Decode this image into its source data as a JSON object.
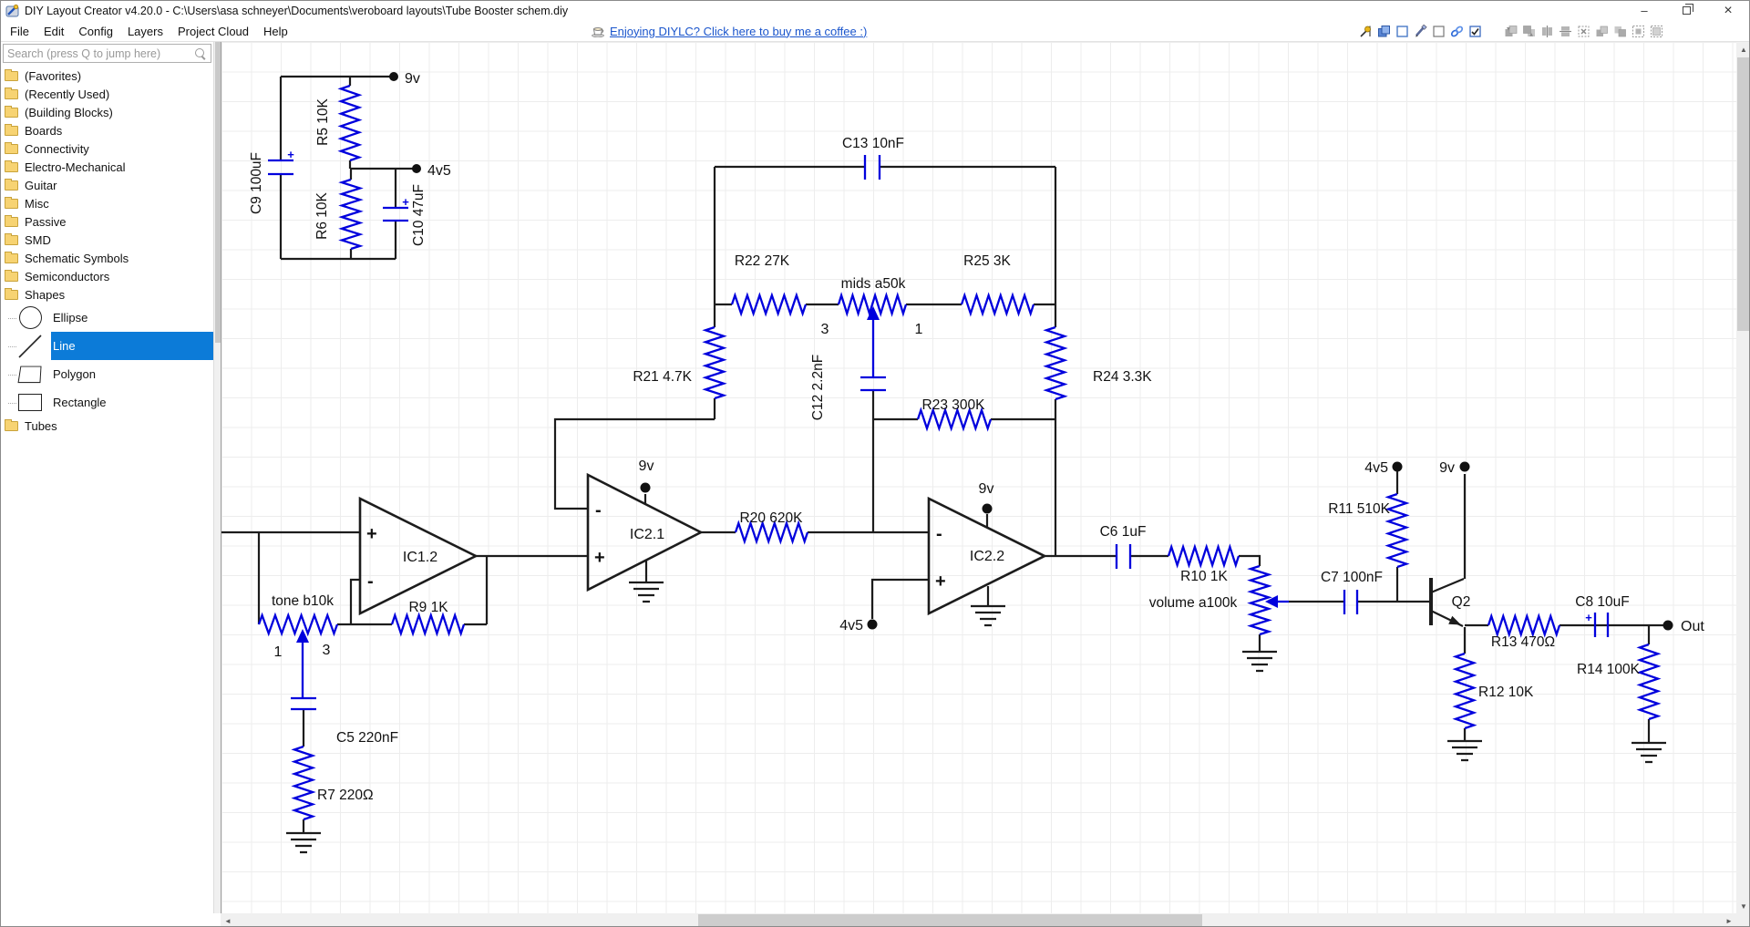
{
  "window": {
    "title": "DIY Layout Creator v4.20.0 - C:\\Users\\asa schneyer\\Documents\\veroboard layouts\\Tube Booster schem.diy",
    "controls": {
      "minimize": "–",
      "close": "×"
    }
  },
  "menu": {
    "items": [
      "File",
      "Edit",
      "Config",
      "Layers",
      "Project Cloud",
      "Help"
    ]
  },
  "donate": {
    "text": "Enjoying DIYLC? Click here to buy me a coffee :)"
  },
  "toolbar": {
    "icons": [
      "pin-icon",
      "copy-icon",
      "new-component-icon",
      "pen-icon",
      "blank-square-icon",
      "link-icon",
      "checkbox-icon",
      "send-backward-icon",
      "bring-forward-icon",
      "align-horizontal-icon",
      "align-vertical-icon",
      "delete-selection-icon",
      "group-icon",
      "ungroup-icon",
      "expand-selection-icon",
      "select-all-icon"
    ]
  },
  "sidebar": {
    "search_placeholder": "Search (press Q to jump here)",
    "folders": [
      "(Favorites)",
      "(Recently Used)",
      "(Building Blocks)",
      "Boards",
      "Connectivity",
      "Electro-Mechanical",
      "Guitar",
      "Misc",
      "Passive",
      "SMD",
      "Schematic Symbols",
      "Semiconductors",
      "Shapes"
    ],
    "shapes": [
      "Ellipse",
      "Line",
      "Polygon",
      "Rectangle"
    ],
    "selected_shape": "Line",
    "folders_after": [
      "Tubes"
    ]
  },
  "sch": {
    "c9": "C9 100uF",
    "r5": "R5 10K",
    "r6": "R6 10K",
    "c10": "C10 47uF",
    "v9_top": "9v",
    "v45_top": "4v5",
    "c13": "C13 10nF",
    "r22": "R22 27K",
    "mids": "mids a50k",
    "r25": "R25 3K",
    "mids_pin_left": "3",
    "mids_pin_right": "1",
    "r21": "R21 4.7K",
    "c12": "C12 2.2nF",
    "r23": "R23 300K",
    "r24": "R24 3.3K",
    "ic12": "IC1.2",
    "ic21": "IC2.1",
    "ic22": "IC2.2",
    "v9_ic21": "9v",
    "v9_ic22": "9v",
    "v45_ic22": "4v5",
    "r20": "R20 620K",
    "tone": "tone b10k",
    "tone_pin_left": "1",
    "tone_pin_right": "3",
    "r9": "R9 1K",
    "c5": "C5 220nF",
    "r7": "R7 220Ω",
    "c6": "C6 1uF",
    "r10": "R10 1K",
    "volume": "volume  a100k",
    "c7": "C7 100nF",
    "v45_right": "4v5",
    "v9_right": "9v",
    "r11": "R11 510K",
    "q2": "Q2",
    "r13": "R13 470Ω",
    "c8": "C8 10uF",
    "out": "Out",
    "r14": "R14 100K",
    "r12": "R12 10K",
    "plus": "+",
    "minus": "-",
    "polarity": "+"
  },
  "colors": {
    "component_blue": "#0000dd",
    "wire_black": "#1c1c1c",
    "selection_blue": "#0c7bd8",
    "grid": "#ededed"
  }
}
